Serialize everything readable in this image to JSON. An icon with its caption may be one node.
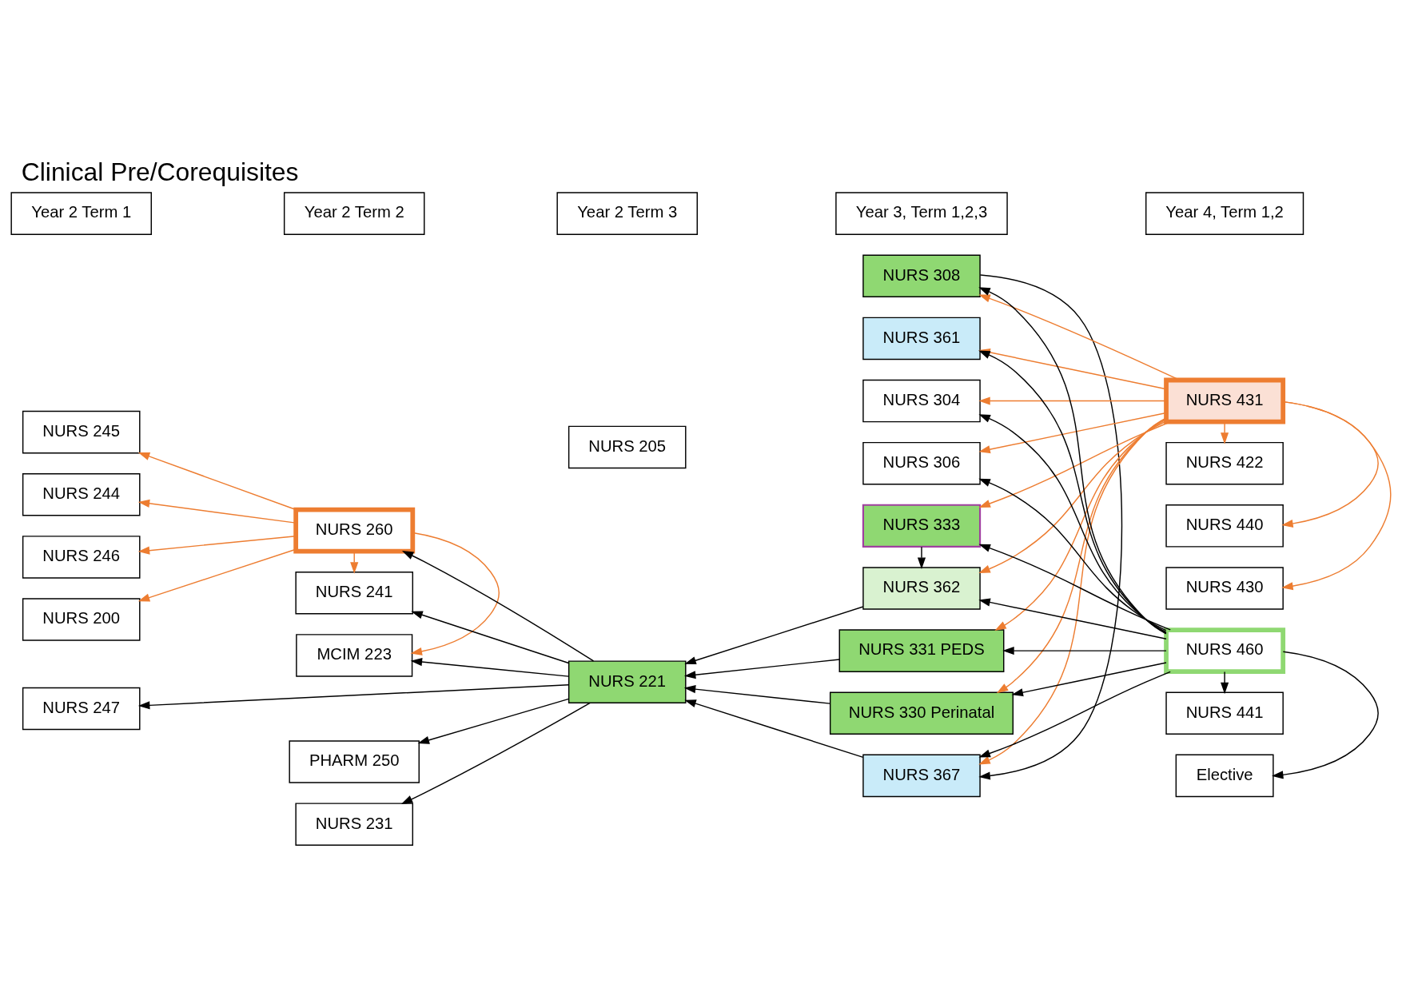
{
  "diagram": {
    "title": "Clinical Pre/Corequisites",
    "nodes": [
      {
        "text": [
          "NURS 200"
        ]
      },
      {
        "text": [
          "NURS 245"
        ]
      },
      {
        "text": [
          "NURS 244"
        ]
      },
      {
        "text": [
          "NURS 246"
        ]
      },
      {
        "text": [
          "NURS 247"
        ]
      },
      {
        "text": [
          "NURS 241"
        ]
      },
      {
        "text": [
          "MCIM 223"
        ]
      },
      {
        "text": [
          "PHARM 250"
        ]
      },
      {
        "text": [
          "NURS 231"
        ]
      },
      {
        "text": [
          "NURS 260"
        ]
      },
      {
        "text": [
          "NURS 205"
        ]
      },
      {
        "text": [
          "NURS 221"
        ]
      },
      {
        "text": [
          "NURS 367"
        ]
      },
      {
        "text": [
          "NURS 308"
        ]
      },
      {
        "text": [
          "NURS 361"
        ]
      },
      {
        "text": [
          "NURS 304"
        ]
      },
      {
        "text": [
          "NURS 306"
        ]
      },
      {
        "text": [
          "NURS 362"
        ]
      },
      {
        "text": [
          "NURS 333"
        ]
      },
      {
        "text": [
          "NURS 330 Perinatal"
        ]
      },
      {
        "text": [
          "NURS 331 PEDS"
        ]
      },
      {
        "text": [
          "NURS 430"
        ]
      },
      {
        "text": [
          "NURS 431"
        ]
      },
      {
        "text": [
          "NURS 440"
        ]
      },
      {
        "text": [
          "NURS 422"
        ]
      },
      {
        "text": [
          "NURS 460"
        ]
      },
      {
        "text": [
          "NURS 441"
        ]
      },
      {
        "text": [
          "Elective"
        ]
      },
      {
        "text": [
          "Year 2 Term 1"
        ]
      },
      {
        "text": [
          "Year 2 Term 2"
        ]
      },
      {
        "text": [
          "Year 2 Term 3"
        ]
      },
      {
        "text": [
          "Year 3, Term 1,2,3"
        ]
      },
      {
        "text": [
          "Year 4, Term 1,2"
        ]
      }
    ],
    "edges": [
      {
        "from": 9,
        "to": 0,
        "arrow": "to",
        "color": "#ed7d31"
      },
      {
        "from": 9,
        "to": 1,
        "arrow": "to",
        "color": "#ed7d31"
      },
      {
        "from": 9,
        "to": 2,
        "arrow": "to",
        "color": "#ed7d31"
      },
      {
        "from": 9,
        "to": 3,
        "arrow": "to",
        "color": "#ed7d31"
      },
      {
        "from": 9,
        "to": 5,
        "arrow": "to",
        "color": "#ed7d31"
      },
      {
        "from": 9,
        "to": 6,
        "arrow": "to",
        "color": "#ed7d31"
      },
      {
        "from": 11,
        "to": 5,
        "arrow": "to"
      },
      {
        "from": 11,
        "to": 6,
        "arrow": "to"
      },
      {
        "from": 11,
        "to": 7,
        "arrow": "to"
      },
      {
        "from": 11,
        "to": 8,
        "arrow": "to"
      },
      {
        "from": 11,
        "to": 9,
        "arrow": "to"
      },
      {
        "from": 11,
        "to": 4,
        "arrow": "to"
      },
      {
        "from": 12,
        "to": 11,
        "arrow": "to"
      },
      {
        "from": 17,
        "to": 11,
        "arrow": "to"
      },
      {
        "from": 19,
        "to": 11,
        "arrow": "to"
      },
      {
        "from": 20,
        "to": 11,
        "arrow": "to"
      },
      {
        "from": 13,
        "to": 12,
        "arrow": "to"
      },
      {
        "from": 18,
        "to": 17,
        "arrow": "to"
      },
      {
        "from": 22,
        "to": 12,
        "arrow": "to",
        "color": "#ed7d31"
      },
      {
        "from": 22,
        "to": 13,
        "arrow": "to",
        "color": "#ed7d31"
      },
      {
        "from": 22,
        "to": 14,
        "arrow": "to",
        "color": "#ed7d31"
      },
      {
        "from": 22,
        "to": 15,
        "arrow": "to",
        "color": "#ed7d31"
      },
      {
        "from": 22,
        "to": 16,
        "arrow": "to",
        "color": "#ed7d31"
      },
      {
        "from": 22,
        "to": 17,
        "arrow": "to",
        "color": "#ed7d31"
      },
      {
        "from": 22,
        "to": 18,
        "arrow": "to",
        "color": "#ed7d31"
      },
      {
        "from": 22,
        "to": 19,
        "arrow": "to",
        "color": "#ed7d31"
      },
      {
        "from": 22,
        "to": 20,
        "arrow": "to",
        "color": "#ed7d31"
      },
      {
        "from": 22,
        "to": 21,
        "arrow": "to",
        "color": "#ed7d31"
      },
      {
        "from": 22,
        "to": 23,
        "arrow": "to",
        "color": "#ed7d31"
      },
      {
        "from": 22,
        "to": 24,
        "arrow": "to",
        "color": "#ed7d31"
      },
      {
        "from": 25,
        "to": 12,
        "arrow": "to"
      },
      {
        "from": 25,
        "to": 13,
        "arrow": "to"
      },
      {
        "from": 25,
        "to": 14,
        "arrow": "to"
      },
      {
        "from": 25,
        "to": 15,
        "arrow": "to"
      },
      {
        "from": 25,
        "to": 16,
        "arrow": "to"
      },
      {
        "from": 25,
        "to": 17,
        "arrow": "to"
      },
      {
        "from": 25,
        "to": 18,
        "arrow": "to"
      },
      {
        "from": 25,
        "to": 19,
        "arrow": "to"
      },
      {
        "from": 25,
        "to": 20,
        "arrow": "to"
      },
      {
        "from": 25,
        "to": 26,
        "arrow": "to"
      },
      {
        "from": 25,
        "to": 27,
        "arrow": "to"
      }
    ]
  }
}
